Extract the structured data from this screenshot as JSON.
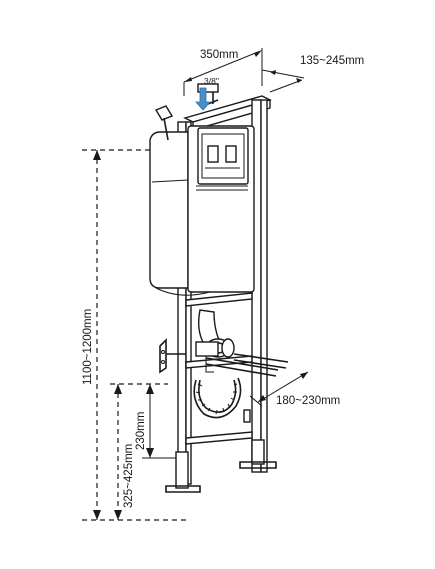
{
  "dimensions": {
    "frame_width": "350mm",
    "wall_distance": "135~245mm",
    "inlet_size": "3/8\"",
    "total_height": "1100~1200mm",
    "support_height": "325~425mm",
    "support_depth": "230mm",
    "drain_spacing": "180~230mm"
  },
  "colors": {
    "line": "#1a1a1a",
    "water_arrow": "#4a90c8"
  }
}
